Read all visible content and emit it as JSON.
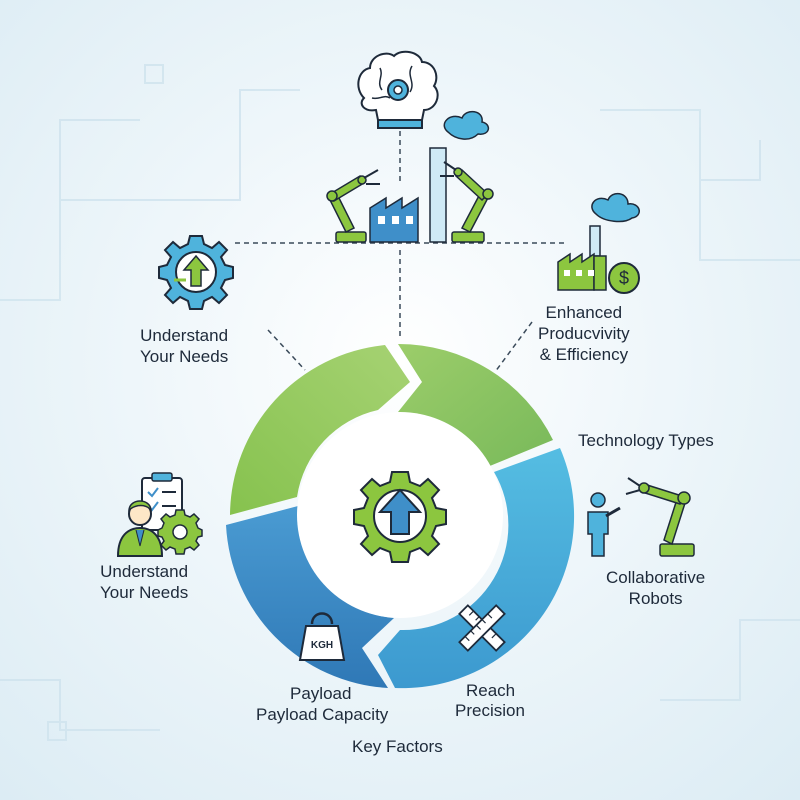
{
  "labels": {
    "understand_needs_top": [
      "Understand",
      "Your Needs"
    ],
    "enhanced": [
      "Enhanced",
      "Producvivity",
      "& Efficiency"
    ],
    "technology_types": "Technology Types",
    "understand_needs_left": [
      "Understand",
      "Your Needs"
    ],
    "collaborative": [
      "Collaborative",
      "Robots"
    ],
    "payload_short": "Payload",
    "payload_capacity": "Payload Capacity",
    "reach": "Reach",
    "precision": "Precision",
    "key_factors": "Key Factors",
    "weight_text": "KGH"
  },
  "icons": {
    "top": "brain-gear-icon",
    "factory": "factory-robot-arms-icon",
    "needs_top": "gear-arrow-icon",
    "productivity": "factory-dollar-icon",
    "needs_left": "person-checklist-gear-icon",
    "center": "gear-up-arrow-icon",
    "cobot": "person-robot-arm-icon",
    "weight": "weight-icon",
    "ruler": "ruler-cross-icon"
  },
  "colors": {
    "green": "#8cc63f",
    "green_light": "#a9d673",
    "blue": "#3f8fc9",
    "cyan": "#4fb3dc",
    "navy": "#1e2a3a",
    "dashed": "#3a4a5a"
  }
}
